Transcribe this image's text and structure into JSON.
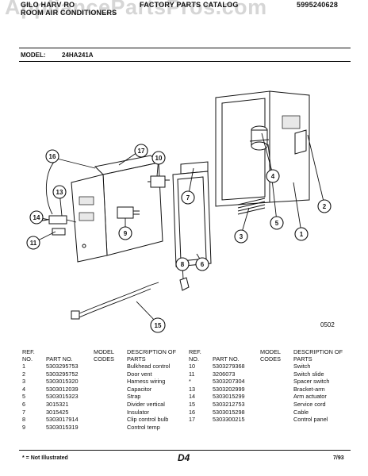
{
  "watermark": "AppliancePartsPros.com",
  "header": {
    "brand_line1": "GILO HARV RO",
    "brand_line2": "ROOM AIR CONDITIONERS",
    "catalog": "FACTORY PARTS CATALOG",
    "catalog_no": "5995240628"
  },
  "model": {
    "label": "MODEL:",
    "value": "24HA241A"
  },
  "diagram": {
    "code": "0502",
    "callouts": [
      "1",
      "2",
      "3",
      "4",
      "5",
      "6",
      "7",
      "8",
      "9",
      "10",
      "11",
      "13",
      "14",
      "15",
      "16",
      "17"
    ]
  },
  "table": {
    "headers": {
      "ref": "REF. NO.",
      "part": "PART NO.",
      "codes": "MODEL CODES",
      "desc": "DESCRIPTION OF PARTS"
    },
    "left": [
      {
        "ref": "1",
        "part": "5303295753",
        "desc": "Bulkhead control"
      },
      {
        "ref": "2",
        "part": "5303295752",
        "desc": "Door vent"
      },
      {
        "ref": "3",
        "part": "5303015320",
        "desc": "Harness wiring"
      },
      {
        "ref": "4",
        "part": "5303012039",
        "desc": "Capacitor"
      },
      {
        "ref": "5",
        "part": "5303015323",
        "desc": "Strap"
      },
      {
        "ref": "6",
        "part": "3015321",
        "desc": "Divider vertical"
      },
      {
        "ref": "7",
        "part": "3015425",
        "desc": "Insulator"
      },
      {
        "ref": "8",
        "part": "5303017914",
        "desc": "Clip control bulb"
      },
      {
        "ref": "9",
        "part": "5303015319",
        "desc": "Control temp"
      }
    ],
    "right": [
      {
        "ref": "10",
        "part": "5303279368",
        "desc": "Switch"
      },
      {
        "ref": "11",
        "part": "3206073",
        "desc": "Switch slide"
      },
      {
        "ref": "*",
        "part": "5303207304",
        "desc": "Spacer switch"
      },
      {
        "ref": "13",
        "part": "5303202999",
        "desc": "Bracket-arm"
      },
      {
        "ref": "14",
        "part": "5303015299",
        "desc": "Arm actuator"
      },
      {
        "ref": "15",
        "part": "5303212753",
        "desc": "Service cord"
      },
      {
        "ref": "16",
        "part": "5303015298",
        "desc": "Cable"
      },
      {
        "ref": "17",
        "part": "5303300215",
        "desc": "Control panel"
      }
    ]
  },
  "footer": {
    "note": "* = Not Illustrated",
    "page": "D4",
    "date": "7/93"
  }
}
